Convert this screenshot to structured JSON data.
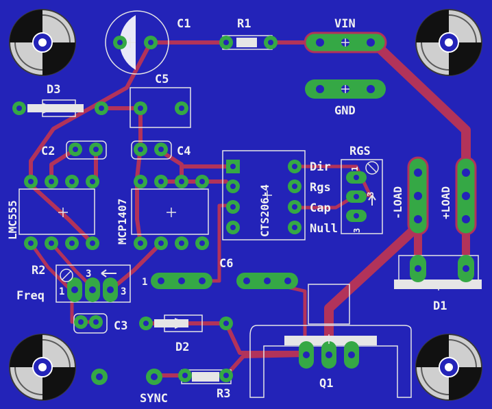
{
  "colors": {
    "board": "#2323b8",
    "trace": "#b2335a",
    "pad": "#35a845",
    "silk": "#e6e6e6",
    "hole": "#2323b8"
  },
  "labels": {
    "c1": "C1",
    "r1": "R1",
    "vin": "VIN",
    "gnd": "GND",
    "d3": "D3",
    "c5": "C5",
    "c2": "C2",
    "c4": "C4",
    "lmc555": "LMC555",
    "mcp1407": "MCP1407",
    "cts": "CTS206-4",
    "dir": "Dir",
    "rgs_pin": "Rgs",
    "cap": "Cap",
    "null": "Null",
    "rgs": "RGS",
    "load_minus": "-LOAD",
    "load_plus": "+LOAD",
    "r2": "R2",
    "freq": "Freq",
    "c6": "C6",
    "d1": "D1",
    "c3": "C3",
    "d2": "D2",
    "sync": "SYNC",
    "r3": "R3",
    "q1": "Q1",
    "r2_p1": "1",
    "r2_p3a": "3",
    "r2_p3b": "3",
    "c6_p1": "1",
    "rgs_p1": "1",
    "rgs_p3": "3",
    "rgs_p3b": "3"
  }
}
